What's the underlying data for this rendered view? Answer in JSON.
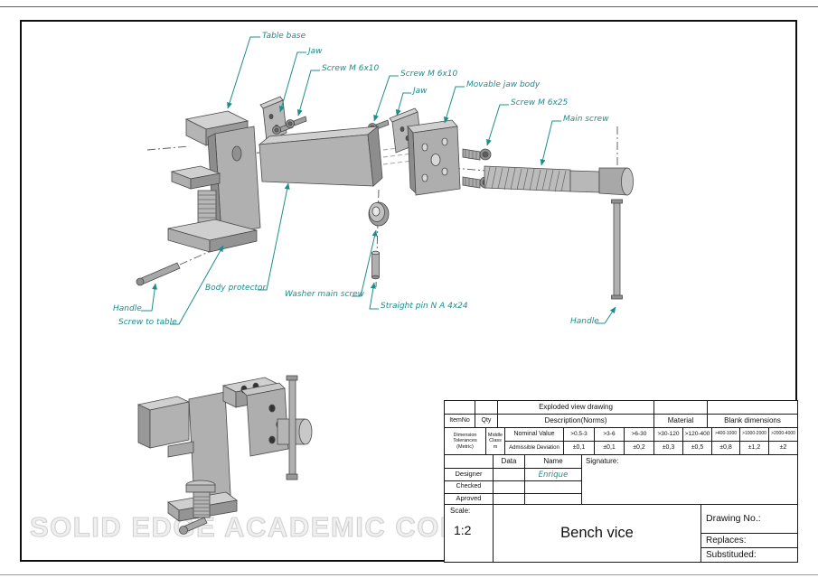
{
  "watermark": "SOLID EDGE ACADEMIC COPY",
  "callouts": {
    "table_base": "Table base",
    "jaw_left": "Jaw",
    "screw_m6x10_left": "Screw M 6x10",
    "screw_m6x10_right": "Screw M 6x10",
    "jaw_right": "Jaw",
    "movable_jaw_body": "Movable jaw body",
    "screw_m6x25": "Screw M 6x25",
    "main_screw": "Main screw",
    "handle_left": "Handle",
    "screw_to_table": "Screw to table",
    "body_protector": "Body protector",
    "washer_main_screw": "Washer main screw",
    "straight_pin": "Straight pin N A 4x24",
    "handle_right": "Handle"
  },
  "title_block": {
    "exploded_view": "Exploded view drawing",
    "item_no": "ItemNo",
    "qty": "Qty",
    "description": "Description(Norms)",
    "material": "Material",
    "blank_dimensions": "Blank dimensions",
    "dim_tolerances": "Dimension Tolerances (Metric)",
    "middle_class": "Middle Class m",
    "nominal_value": "Nominal Value",
    "admissible_deviation": "Admissible Deviation",
    "ranges": [
      ">0.5-3",
      ">3-6",
      ">6-30",
      ">30-120",
      ">120-400",
      ">400-1000",
      ">1000-2000",
      ">2000-4000"
    ],
    "deviations": [
      "±0,1",
      "±0,1",
      "±0,2",
      "±0,3",
      "±0,5",
      "±0,8",
      "±1,2",
      "±2"
    ],
    "data_col": "Data",
    "name_col": "Name",
    "signature": "Signature:",
    "designer": "Designer",
    "designer_name": "Enrique",
    "checked": "Checked",
    "aproved": "Aproved",
    "scale_label": "Scale:",
    "scale_value": "1:2",
    "part_title": "Bench vice",
    "drawing_no": "Drawing No.:",
    "replaces": "Replaces:",
    "substituded": "Substituded:"
  },
  "colors": {
    "callout_teal": "#1f8c8c",
    "table_line": "#1a1a1a",
    "part_gray": "#b2b2b2",
    "watermark_gray": "#d2d2d2"
  }
}
